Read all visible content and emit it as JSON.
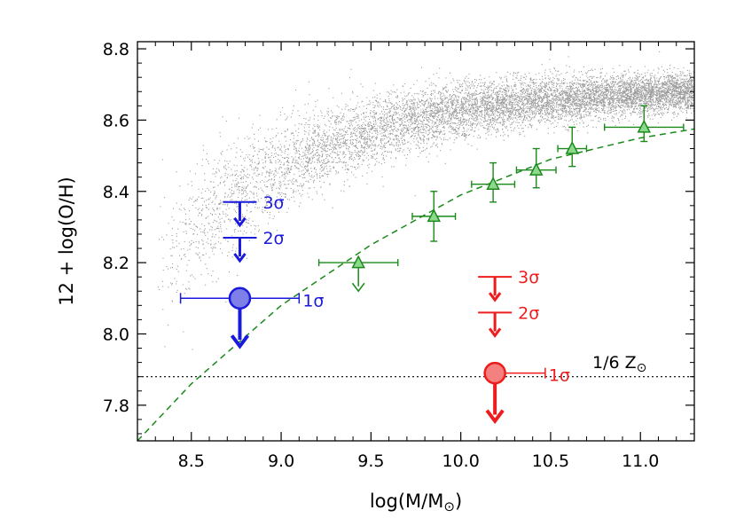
{
  "chart_data": {
    "type": "scatter",
    "title": "",
    "xlabel": "log(M/M",
    "xlabel_sub": "⊙",
    "xlabel_close": ")",
    "ylabel": "12 + log(O/H)",
    "xlim": [
      8.2,
      11.3
    ],
    "ylim": [
      7.7,
      8.82
    ],
    "xticks": [
      "8.5",
      "9.0",
      "9.5",
      "10.0",
      "10.5",
      "11.0"
    ],
    "yticks": [
      "7.8",
      "8.0",
      "8.2",
      "8.4",
      "8.6",
      "8.8"
    ],
    "grid": false,
    "colors": {
      "background_points": "#8c8c8c",
      "triangles": "#1a8a1a",
      "blue": "#1a1adc",
      "red": "#ee1c1c"
    },
    "binned_points": [
      {
        "x": 9.43,
        "y": 8.2,
        "xerr": [
          0.22,
          0.22
        ],
        "yerr": [
          0.0,
          0.0
        ],
        "upper_limit_to": 8.12
      },
      {
        "x": 9.85,
        "y": 8.33,
        "xerr": [
          0.12,
          0.12
        ],
        "yerr": [
          0.07,
          0.07
        ]
      },
      {
        "x": 10.18,
        "y": 8.42,
        "xerr": [
          0.12,
          0.12
        ],
        "yerr": [
          0.05,
          0.06
        ]
      },
      {
        "x": 10.42,
        "y": 8.46,
        "xerr": [
          0.11,
          0.11
        ],
        "yerr": [
          0.05,
          0.06
        ]
      },
      {
        "x": 10.62,
        "y": 8.52,
        "xerr": [
          0.08,
          0.08
        ],
        "yerr": [
          0.05,
          0.06
        ]
      },
      {
        "x": 11.02,
        "y": 8.58,
        "xerr": [
          0.22,
          0.22
        ],
        "yerr": [
          0.04,
          0.06
        ]
      }
    ],
    "fit_curve": {
      "x": [
        8.2,
        8.5,
        9.0,
        9.5,
        10.0,
        10.5,
        11.0,
        11.3
      ],
      "y": [
        7.7,
        7.86,
        8.08,
        8.25,
        8.39,
        8.49,
        8.55,
        8.575
      ]
    },
    "reference_line": {
      "y": 7.88,
      "label": "1/6 Z",
      "label_sub": "⊙"
    },
    "limits": [
      {
        "name": "blue",
        "x": 8.77,
        "y": 8.1,
        "xerr": [
          0.33,
          0.33
        ],
        "sigma_labels": [
          {
            "y": 8.37,
            "label": "3σ"
          },
          {
            "y": 8.27,
            "label": "2σ"
          },
          {
            "y": 8.1,
            "label": "1σ"
          }
        ]
      },
      {
        "name": "red",
        "x": 10.19,
        "y": 7.89,
        "xerr": [
          0.0,
          0.28
        ],
        "sigma_labels": [
          {
            "y": 8.16,
            "label": "3σ"
          },
          {
            "y": 8.06,
            "label": "2σ"
          },
          {
            "y": 7.89,
            "label": "1σ"
          }
        ]
      }
    ]
  }
}
